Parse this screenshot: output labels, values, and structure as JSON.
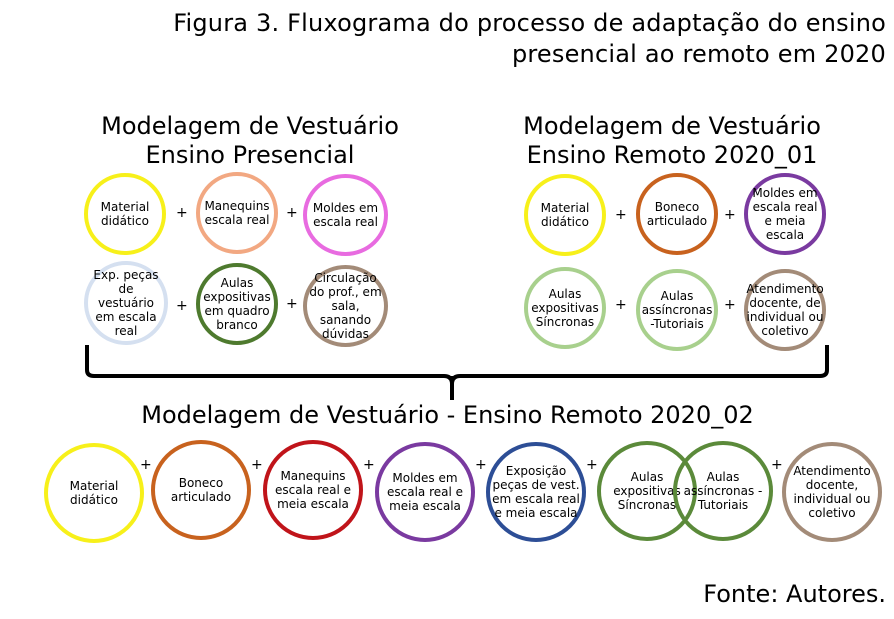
{
  "figure": {
    "title_line1": "Figura 3. Fluxograma do processo de adaptação do ensino",
    "title_line2": "presencial ao remoto em 2020",
    "source": "Fonte: Autores."
  },
  "colors": {
    "yellow": "#f7f01a",
    "salmon": "#f2a882",
    "pink": "#e86be0",
    "lightblue": "#d5e0f0",
    "darkgreen": "#4e7a2e",
    "taupe": "#a38b78",
    "orange": "#c8621e",
    "purple": "#7a3aa0",
    "lightgreen": "#a8d08d",
    "red": "#c0141a",
    "navy": "#2d4e96",
    "green": "#5b8a3a"
  },
  "presencial": {
    "title_line1": "Modelagem de Vestuário",
    "title_line2": "Ensino Presencial",
    "plus": "+",
    "nodes": [
      {
        "text": "Material didático"
      },
      {
        "text": "Manequins escala real"
      },
      {
        "text": "Moldes em escala real"
      },
      {
        "text": "Exp. peças de vestuário em escala real"
      },
      {
        "text": "Aulas expositivas em quadro branco"
      },
      {
        "text": "Circulação do prof., em sala, sanando dúvidas"
      }
    ]
  },
  "remoto01": {
    "title_line1": "Modelagem de Vestuário",
    "title_line2": "Ensino Remoto 2020_01",
    "plus": "+",
    "nodes": [
      {
        "text": "Material didático"
      },
      {
        "text": "Boneco articulado"
      },
      {
        "text": "Moldes em escala real e meia escala"
      },
      {
        "text": "Aulas expositivas Síncronas"
      },
      {
        "text": "Aulas assíncronas -Tutoriais"
      },
      {
        "text": "Atendimento docente, de individual ou coletivo"
      }
    ]
  },
  "remoto02": {
    "title": "Modelagem de Vestuário - Ensino Remoto 2020_02",
    "plus": "+",
    "nodes": [
      {
        "text": "Material didático"
      },
      {
        "text": "Boneco articulado"
      },
      {
        "text": "Manequins escala real e meia escala"
      },
      {
        "text": "Moldes em escala real e meia escala"
      },
      {
        "text": "Exposição peças de vest. em escala real e meia escala"
      },
      {
        "text": "Aulas expositivas Síncronas"
      },
      {
        "text": "Aulas assíncronas -Tutoriais"
      },
      {
        "text": "Atendimento docente, individual ou coletivo"
      }
    ]
  }
}
